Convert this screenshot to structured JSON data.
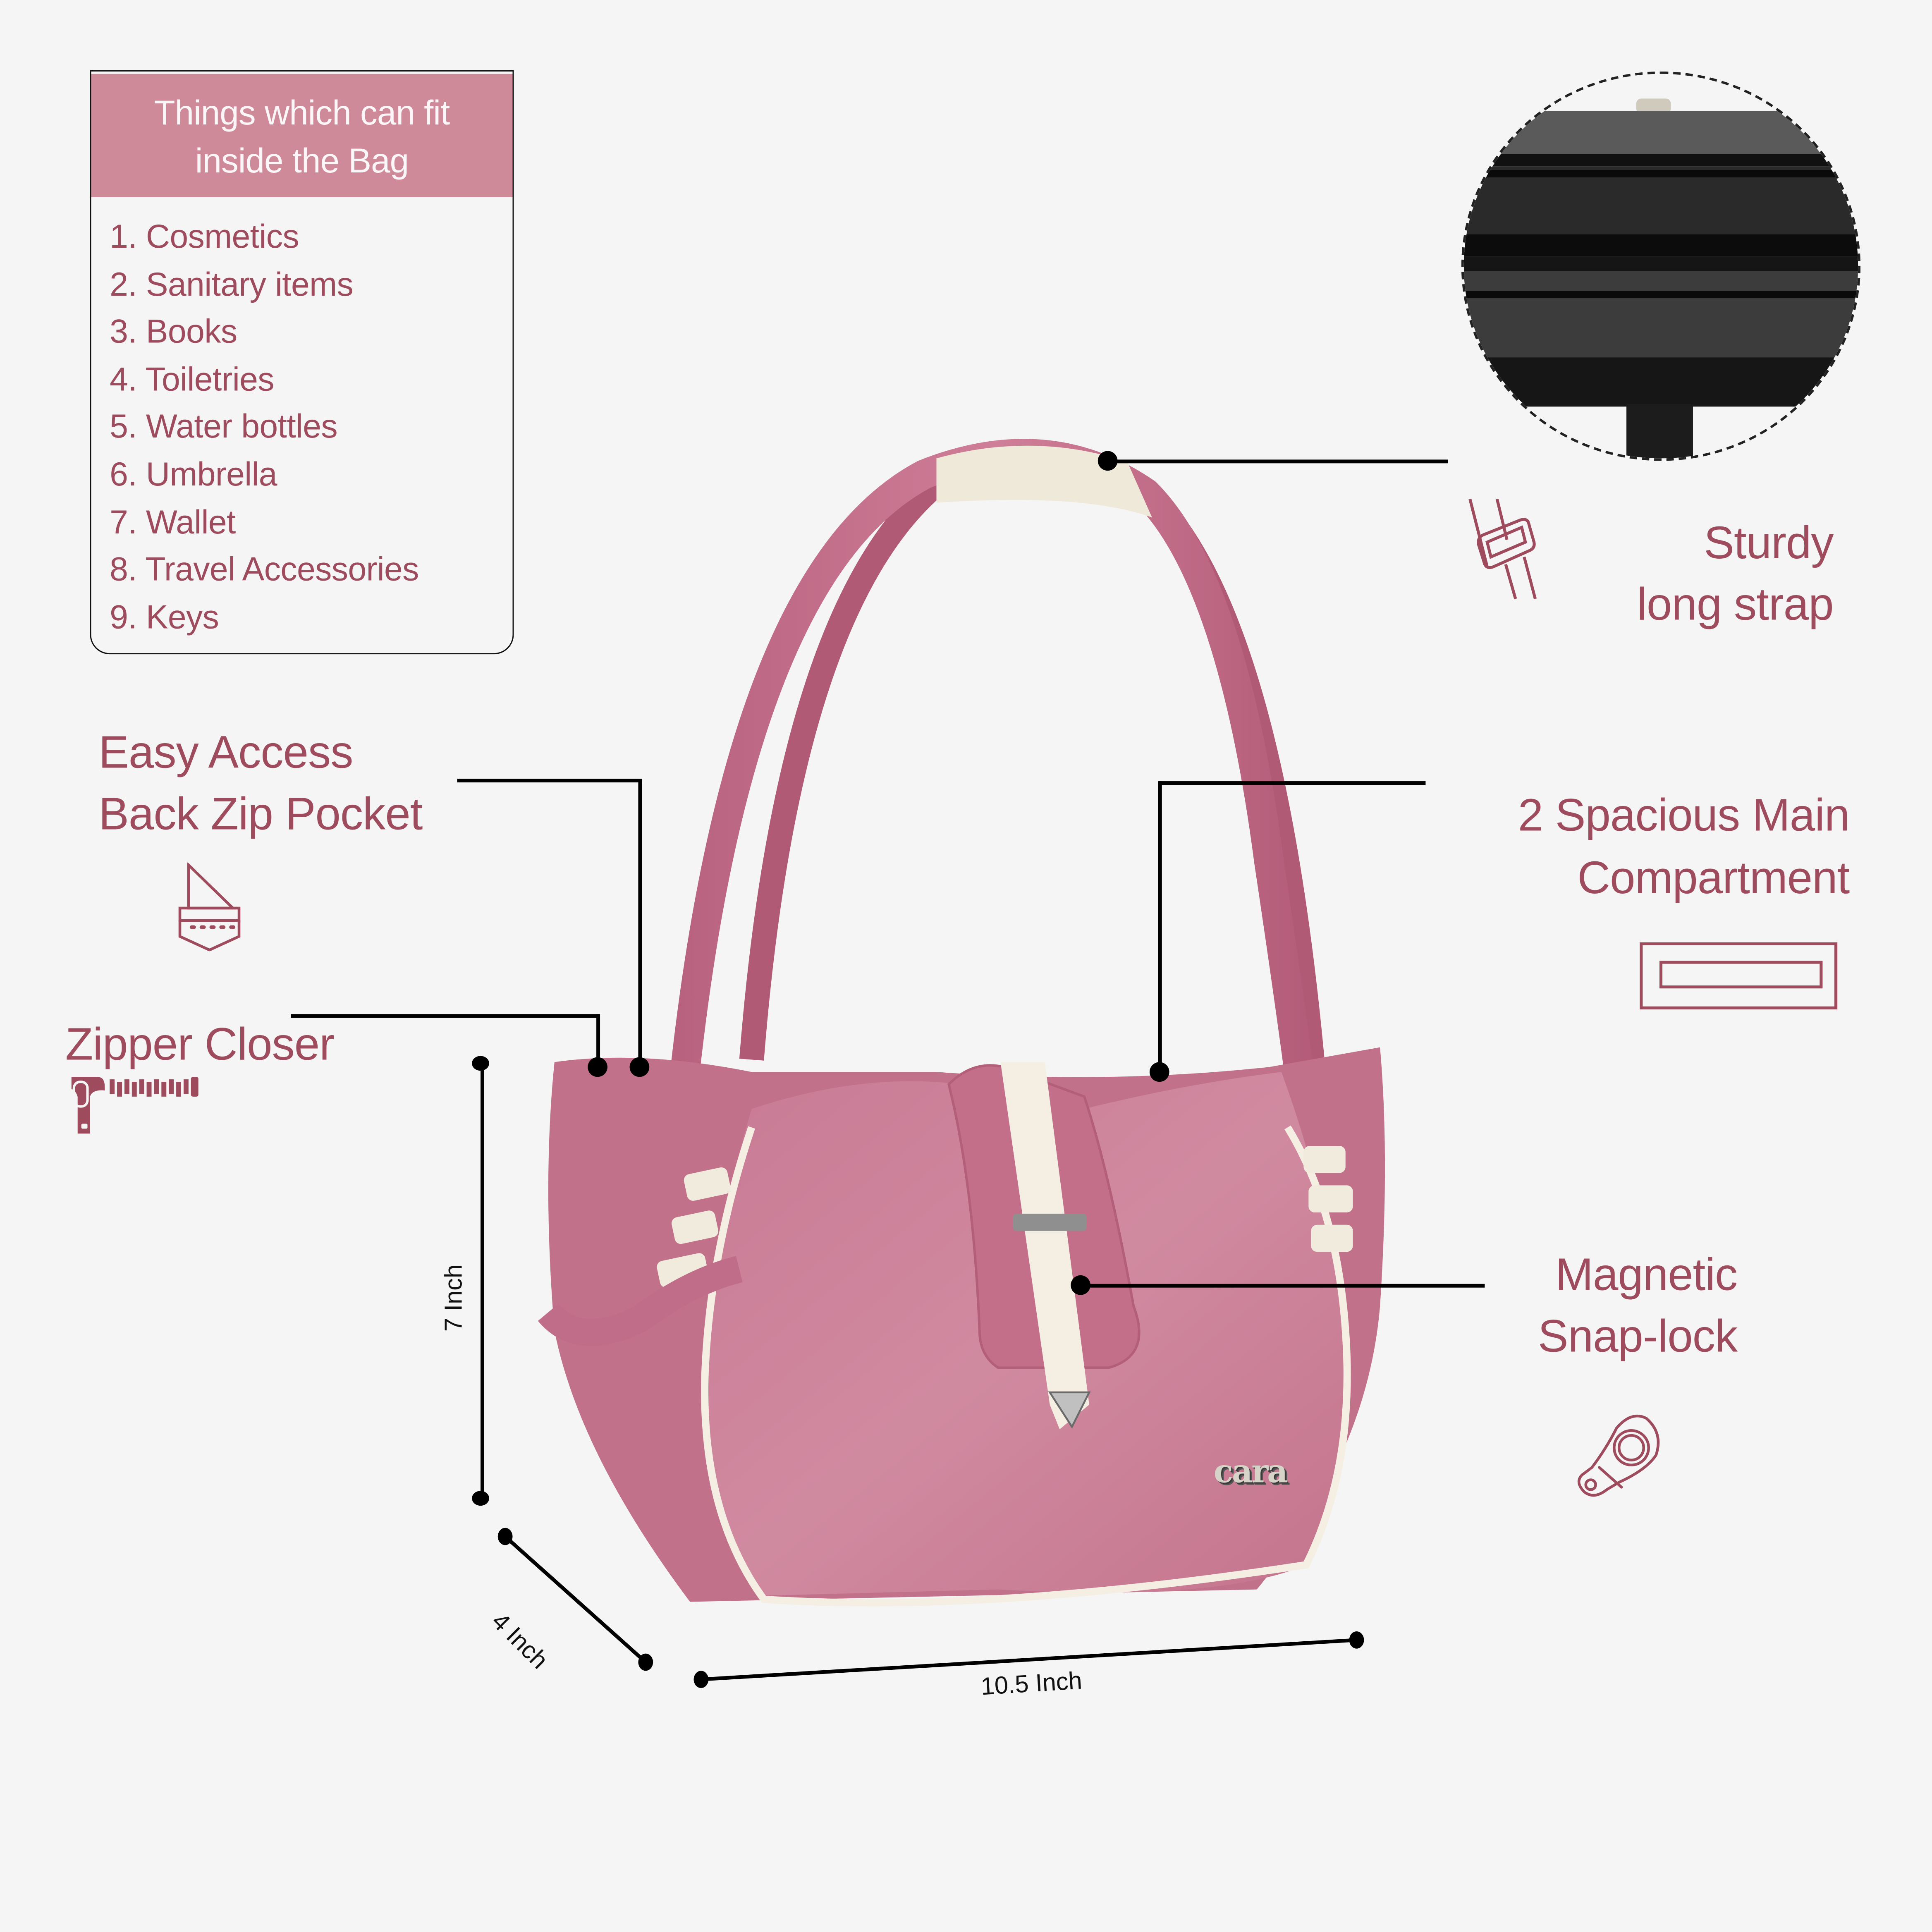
{
  "colors": {
    "background": "#f5f5f5",
    "accent_text": "#9e4b5e",
    "header_fill": "#ce8a99",
    "bag_pink": "#c87a92",
    "bag_trim": "#f4efe2",
    "callout_lines": "#000000"
  },
  "fit_box": {
    "title": "Things which can fit inside the Bag",
    "title_line1": "Things which can fit",
    "title_line2": "inside the Bag",
    "items": [
      "1. Cosmetics",
      "2. Sanitary items",
      "3. Books",
      "4. Toiletries",
      "5. Water bottles",
      "6. Umbrella",
      "7. Wallet",
      "8. Travel Accessories",
      "9. Keys"
    ]
  },
  "features": {
    "back_pocket": {
      "line1": "Easy Access",
      "line2": "Back Zip Pocket",
      "icon": "pocket-icon"
    },
    "zipper": {
      "label": "Zipper Closer",
      "icon": "zipper-icon"
    },
    "strap": {
      "line1": "Sturdy",
      "line2": "long strap",
      "icon": "strap-buckle-icon"
    },
    "compartment": {
      "line1": "2 Spacious Main",
      "line2": "Compartment",
      "icon": "compartment-icon"
    },
    "snap_lock": {
      "line1": "Magnetic",
      "line2": "Snap-lock",
      "icon": "magnetic-snap-icon"
    }
  },
  "dimensions": {
    "height": "7 Inch",
    "depth": "4 Inch",
    "width": "10.5 Inch"
  },
  "product": {
    "brand": "cara"
  }
}
